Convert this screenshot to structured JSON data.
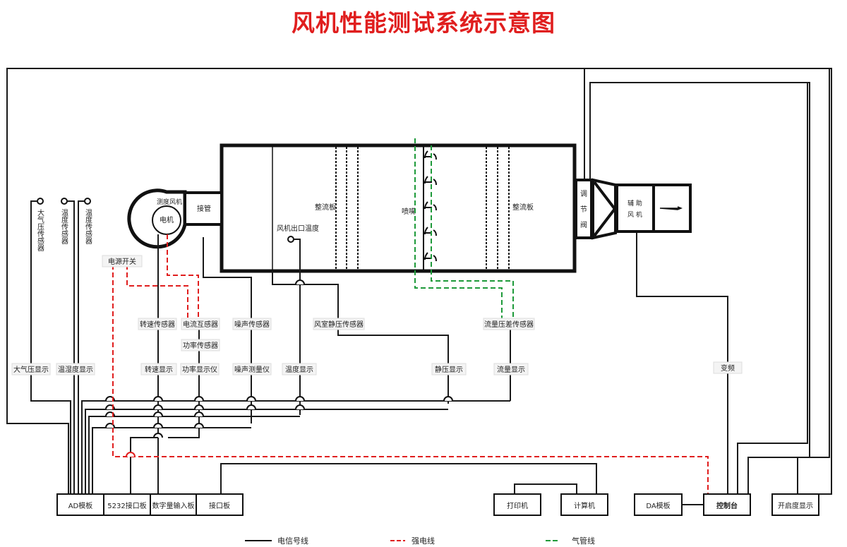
{
  "title": "风机性能测试系统示意图",
  "colors": {
    "title": "#e01e1e",
    "signal_line": "#1a1a1a",
    "power_line": "#e01e1e",
    "air_line": "#1e9a3a"
  },
  "duct": {
    "test_fan": "测度风机",
    "motor": "电机",
    "connector_pipe": "接管",
    "outlet_temp": "风机出口温度",
    "flow_plate_1": "整流板",
    "nozzle": "喷嘴",
    "flow_plate_2": "整流板",
    "valve": [
      "调",
      "节",
      "阀"
    ],
    "aux_fan": [
      "辅 助",
      "风 机"
    ]
  },
  "sensors": {
    "atm_pressure": "大气压传感器",
    "temp_1": "温度传感器",
    "temp_2": "温度传感器"
  },
  "labels": {
    "power_switch": "电源开关",
    "speed_sensor": "转速传感器",
    "current_transformer": "电流互感器",
    "power_sensor": "功率传感器",
    "noise_sensor": "噪声传感器",
    "chamber_static_sensor": "风室静压传感器",
    "flow_dp_sensor": "流量压差传感器",
    "atm_display": "大气压显示",
    "humidity_display": "温湿度显示",
    "speed_display": "转速显示",
    "power_meter": "功率显示仪",
    "noise_meter": "噪声测量仪",
    "temp_display": "温度显示",
    "static_display": "静压显示",
    "flow_display": "流量显示",
    "vfd": "变频"
  },
  "boards": {
    "ad": "AD模板",
    "rs232": "5232接口板",
    "digital_input": "数字量输入板",
    "interface": "接口板",
    "printer": "打印机",
    "computer": "计算机",
    "da": "DA模板",
    "console": "控制台",
    "opening_display": "开启度显示"
  },
  "legend": {
    "signal": "电信号线",
    "power": "强电线",
    "air": "气管线"
  }
}
